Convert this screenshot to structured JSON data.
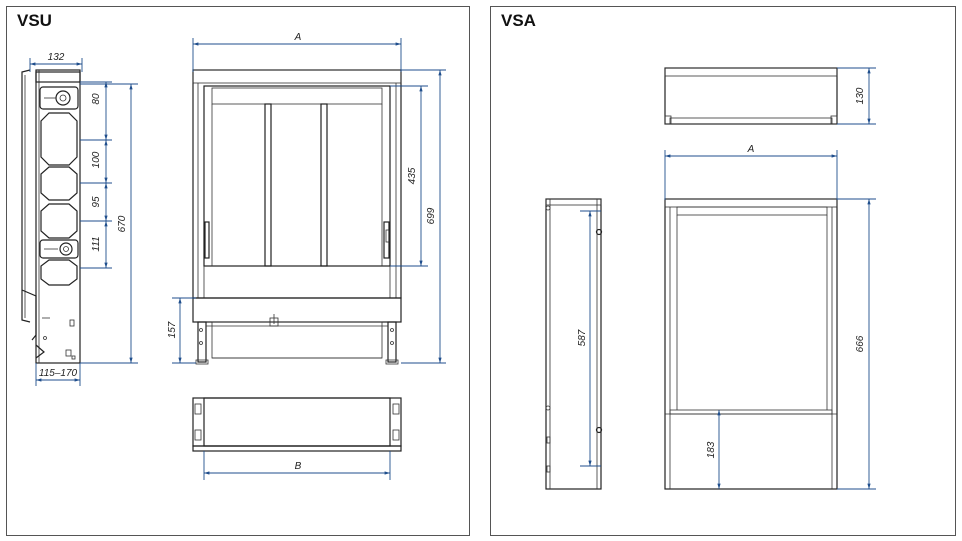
{
  "panels": {
    "vsu": {
      "title": "VSU"
    },
    "vsa": {
      "title": "VSA"
    }
  },
  "vsu_dims": {
    "d132": "132",
    "d80": "80",
    "d100": "100",
    "d95": "95",
    "d111": "111",
    "d670": "670",
    "d115_170": "115–170",
    "dA": "A",
    "d435": "435",
    "d699": "699",
    "d157": "157",
    "dB": "B"
  },
  "vsa_dims": {
    "d130": "130",
    "dA": "A",
    "d587": "587",
    "d666": "666",
    "d183": "183"
  }
}
